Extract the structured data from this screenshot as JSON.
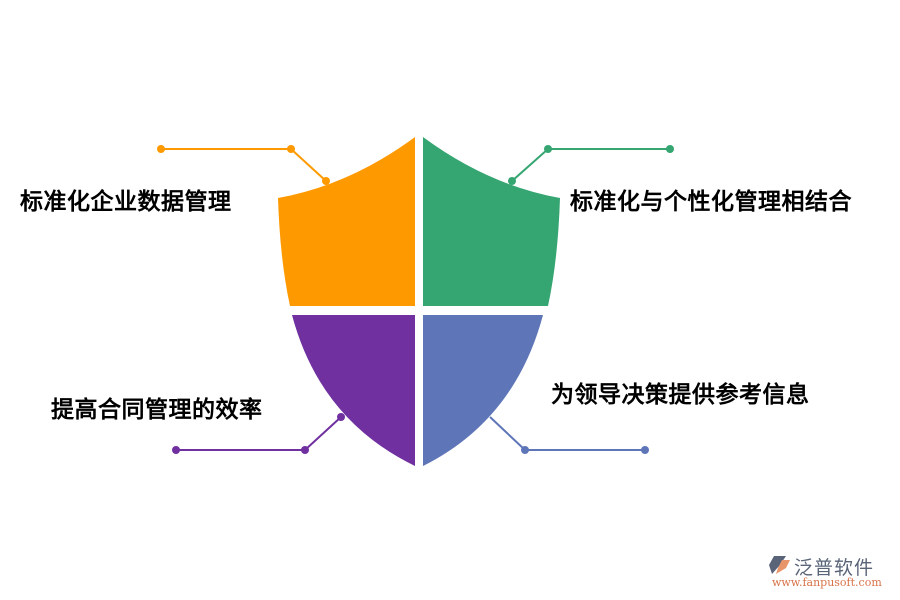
{
  "diagram": {
    "type": "shield-quadrant",
    "quadrants": [
      {
        "id": "top-left",
        "label": "标准化企业数据管理",
        "color": "#FF9900"
      },
      {
        "id": "top-right",
        "label": "标准化与个性化管理相结合",
        "color": "#35A572"
      },
      {
        "id": "bottom-left",
        "label": "提高合同管理的效率",
        "color": "#7030A0"
      },
      {
        "id": "bottom-right",
        "label": "为领导决策提供参考信息",
        "color": "#5E75B8"
      }
    ]
  },
  "logo": {
    "name": "泛普软件",
    "url": "www.fanpusoft.com",
    "icon": "fanpu-logo-icon",
    "colors": {
      "dark": "#5a6478",
      "accent": "#e8956a"
    }
  }
}
